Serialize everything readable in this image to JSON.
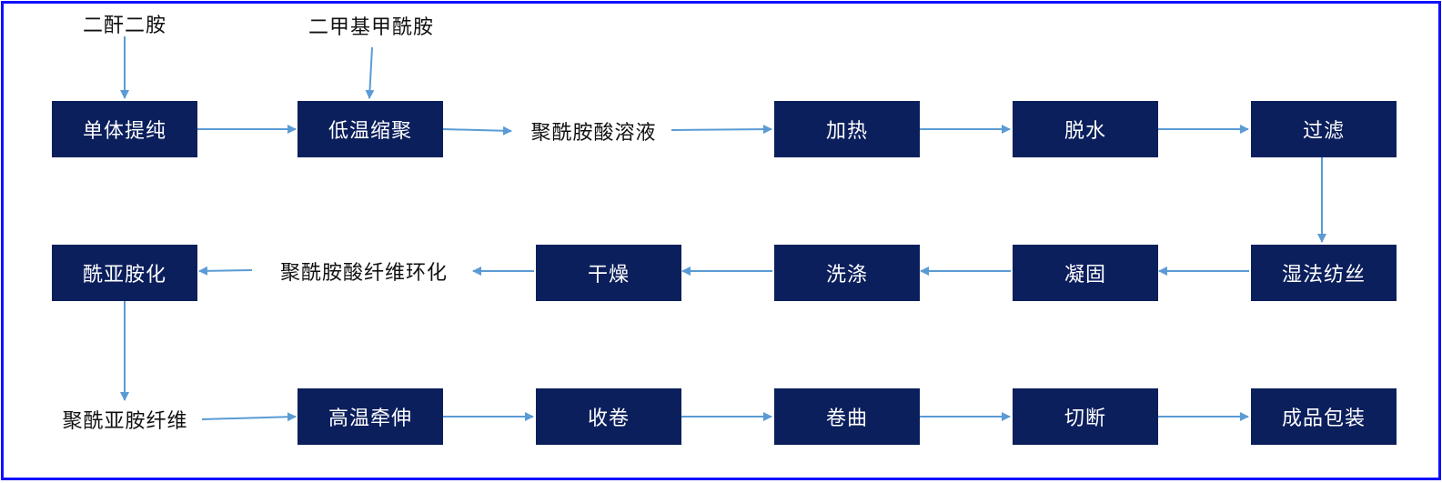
{
  "inputs": {
    "dianhydride": "二酐二胺",
    "dmf": "二甲基甲酰胺"
  },
  "row1": {
    "monomer_purification": "单体提纯",
    "low_temp_polycondensation": "低温缩聚",
    "paa_solution": "聚酰胺酸溶液",
    "heating": "加热",
    "dehydration": "脱水",
    "filtration": "过滤"
  },
  "row2": {
    "wet_spinning": "湿法纺丝",
    "coagulation": "凝固",
    "washing": "洗涤",
    "drying": "干燥",
    "paa_fiber_cyclization": "聚酰胺酸纤维环化",
    "imidization": "酰亚胺化"
  },
  "row3": {
    "pi_fiber": "聚酰亚胺纤维",
    "hot_drawing": "高温牵伸",
    "winding": "收卷",
    "crimping": "卷曲",
    "cutting": "切断",
    "packaging": "成品包装"
  },
  "colors": {
    "box_fill": "#0b1f5c",
    "arrow": "#5b9bd5",
    "border": "#1010ff"
  }
}
